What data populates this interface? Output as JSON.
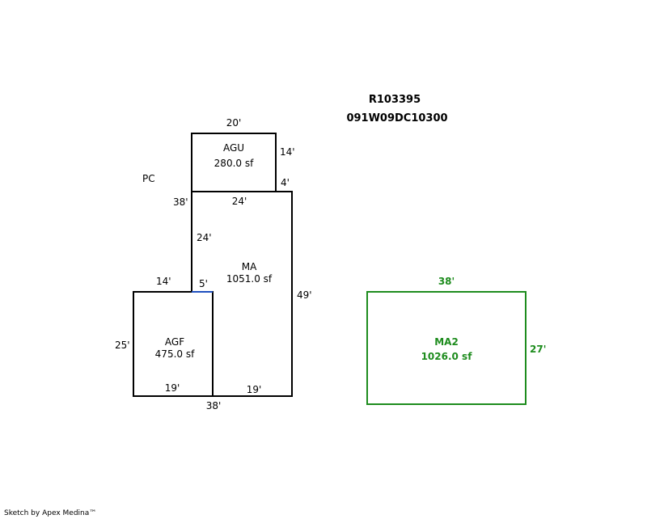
{
  "header": {
    "parcel_id": "R103395",
    "map_id": "091W09DC10300"
  },
  "labels": {
    "pc": "PC"
  },
  "areas": {
    "agu": {
      "code": "AGU",
      "area": "280.0 sf"
    },
    "ma": {
      "code": "MA",
      "area": "1051.0 sf"
    },
    "agf": {
      "code": "AGF",
      "area": "475.0 sf"
    },
    "ma2": {
      "code": "MA2",
      "area": "1026.0 sf"
    }
  },
  "dimensions": {
    "agu_top": "20'",
    "agu_right": "14'",
    "step_right": "4'",
    "ma_left_top": "38'",
    "ma_top": "24'",
    "ma_left_mid": "24'",
    "ma_right": "49'",
    "agf_top": "14'",
    "notch": "5'",
    "agf_left": "25'",
    "agf_bottom": "19'",
    "ma_bottom": "19'",
    "total_bottom": "38'",
    "ma2_top": "38'",
    "ma2_right": "27'"
  },
  "colors": {
    "outline": "#000000",
    "accent": "#1e8c1e",
    "notch": "#1f4fbf"
  },
  "footer": {
    "credit": "Sketch by Apex Medina™"
  }
}
